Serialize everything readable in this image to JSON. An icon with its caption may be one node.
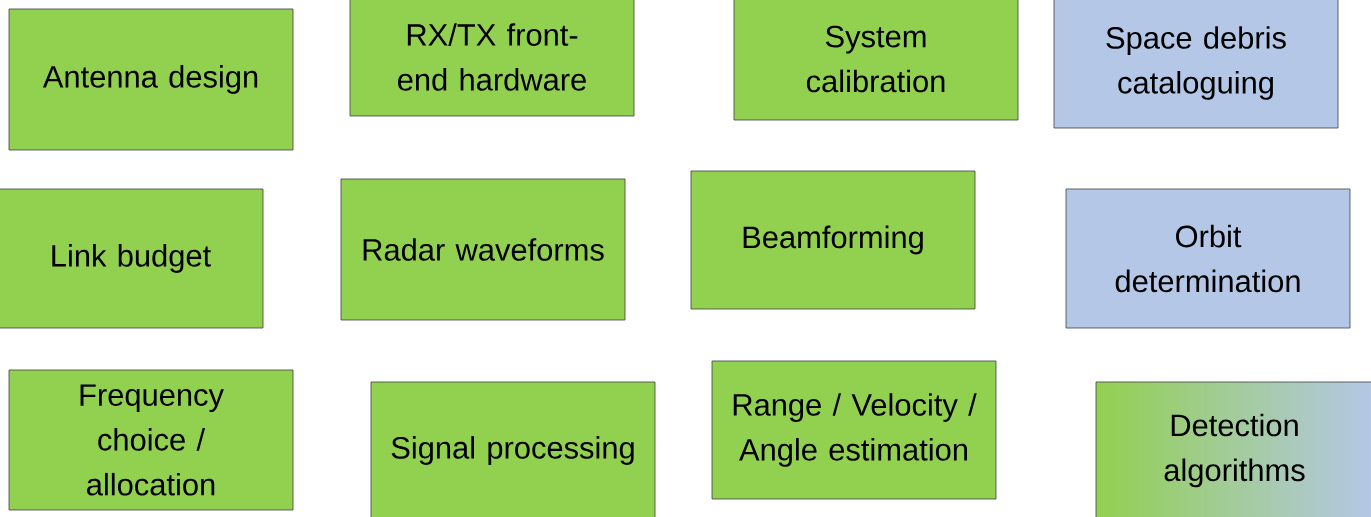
{
  "diagram": {
    "nodes": [
      {
        "text": [
          "Antenna design"
        ]
      },
      {
        "text": [
          "RX/TX front-end hardware"
        ]
      },
      {
        "text": [
          "System calibration"
        ]
      },
      {
        "text": [
          "Space debris cataloguing"
        ]
      },
      {
        "text": [
          "Link budget"
        ]
      },
      {
        "text": [
          "Radar waveforms"
        ]
      },
      {
        "text": [
          "Beamforming"
        ]
      },
      {
        "text": [
          "Orbit determination"
        ]
      },
      {
        "text": [
          "Frequency choice / allocation"
        ]
      },
      {
        "text": [
          "Signal processing"
        ]
      },
      {
        "text": [
          "Range / Velocity / Angle estimation"
        ]
      },
      {
        "text": [
          "Detection algorithms"
        ]
      }
    ]
  }
}
